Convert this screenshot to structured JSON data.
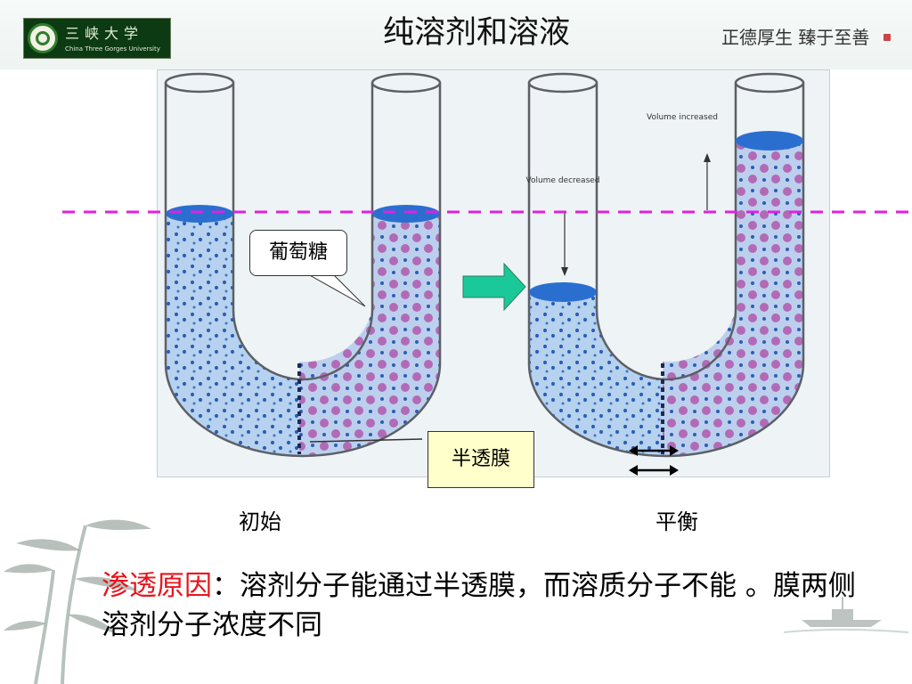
{
  "slide": {
    "title": "纯溶剂和溶液",
    "logo": {
      "script_text": "三峡大学",
      "english_text": "China Three Gorges University"
    },
    "motto": "正德厚生 臻于至善",
    "diagram": {
      "glucose_label": "葡萄糖",
      "membrane_label": "半透膜",
      "volume_decreased_label": "Volume decreased",
      "volume_increased_label": "Volume increased",
      "caption_initial": "初始",
      "caption_equilibrium": "平衡"
    },
    "explanation": {
      "label": "渗透原因",
      "text": "：溶剂分子能通过半透膜，而溶质分子不能 。膜两侧溶剂分子浓度不同"
    },
    "colors": {
      "accent_red": "#e8141b",
      "dash_magenta": "#e020e0",
      "solution_blue": "#2a6fd0",
      "arrow_green": "#1ac89a",
      "membrane_box": "#ffffcc"
    }
  }
}
